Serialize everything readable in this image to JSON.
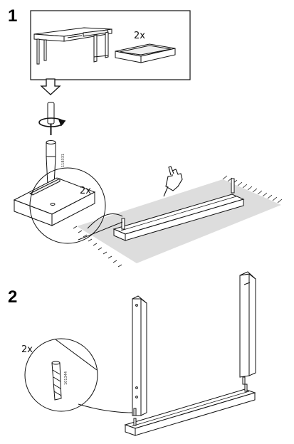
{
  "steps": [
    {
      "number": "1",
      "inset_quantity": "2x",
      "callout_quantity": "2x",
      "dowel_part_number": "118331"
    },
    {
      "number": "2",
      "callout_quantity": "2x",
      "dowel_part_number": "101344"
    }
  ],
  "colors": {
    "line": "#111111",
    "rug": "#dddddd",
    "panel": "#ffffff"
  }
}
